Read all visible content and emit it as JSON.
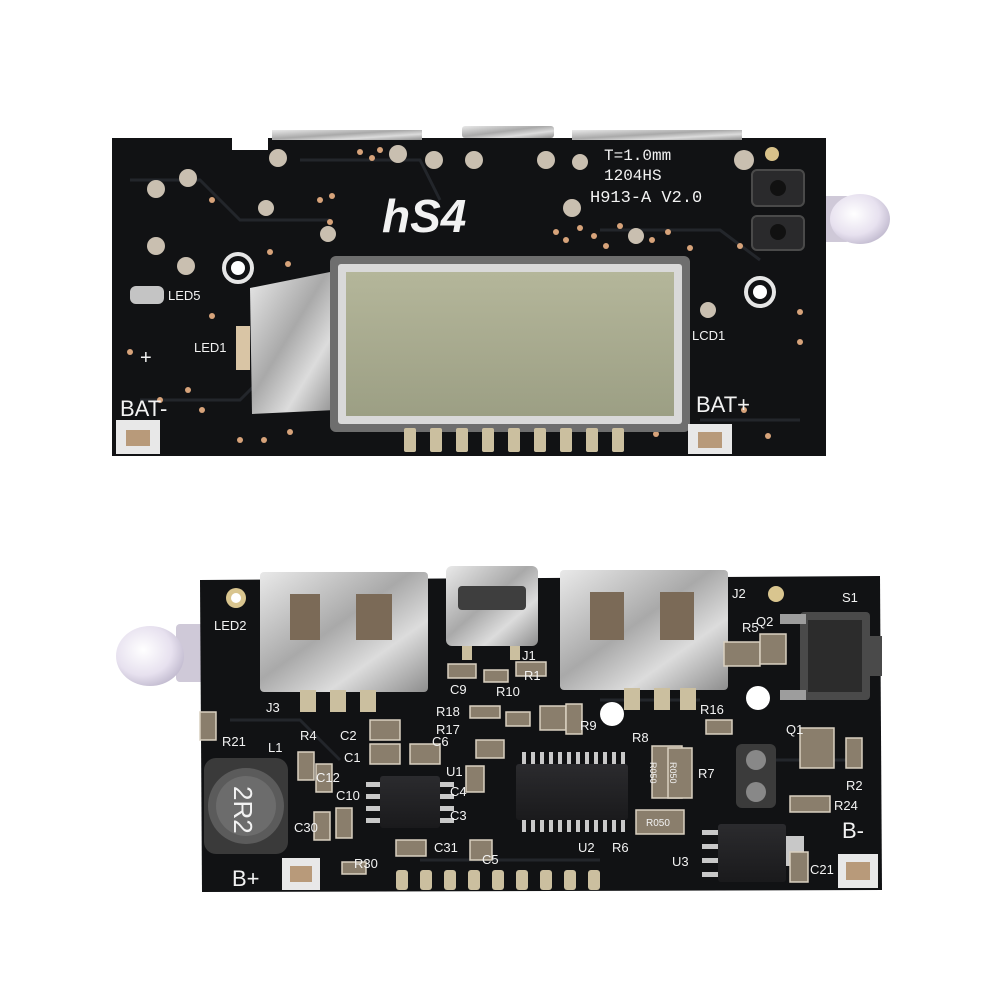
{
  "colors": {
    "background": "#ffffff",
    "pcb": "#111214",
    "silkscreen": "#f2f2f2",
    "pad_gold": "#b8a98a",
    "metal": "#c9c9c9",
    "lcd": "#a9ab8e",
    "ir_led": "#eae6f2"
  },
  "top_board": {
    "spec_lines": [
      "T=1.0mm",
      "1204HS",
      "H913-A V2.0"
    ],
    "logo": "hS4",
    "labels": {
      "led5": "LED5",
      "led1": "LED1",
      "lcd1": "LCD1",
      "plus": "+",
      "bat_minus": "BAT-",
      "bat_plus": "BAT+"
    }
  },
  "bottom_board": {
    "labels": {
      "led2": "LED2",
      "j3": "J3",
      "j1": "J1",
      "j2": "J2",
      "s1": "S1",
      "r5": "R5",
      "q2": "Q2",
      "r21": "R21",
      "l1": "L1",
      "r4": "R4",
      "c2": "C2",
      "c1": "C1",
      "c12": "C12",
      "c10": "C10",
      "c30": "C30",
      "r30": "R30",
      "c31": "C31",
      "c5": "C5",
      "u1": "U1",
      "c4": "C4",
      "c6": "C6",
      "c3": "C3",
      "c9": "C9",
      "r1": "R1",
      "r10": "R10",
      "r18": "R18",
      "r17": "R17",
      "r9": "R9",
      "r8": "R8",
      "r7": "R7",
      "r16": "R16",
      "q1": "Q1",
      "r24": "R24",
      "r2": "R2",
      "u2": "U2",
      "r6": "R6",
      "u3": "U3",
      "c21": "C21",
      "b_plus": "B+",
      "b_minus": "B-"
    },
    "inductor_marking": "2R2",
    "resistor_markings": {
      "r050_a": "R050",
      "r050_b": "R050",
      "r050_c": "R050"
    }
  }
}
